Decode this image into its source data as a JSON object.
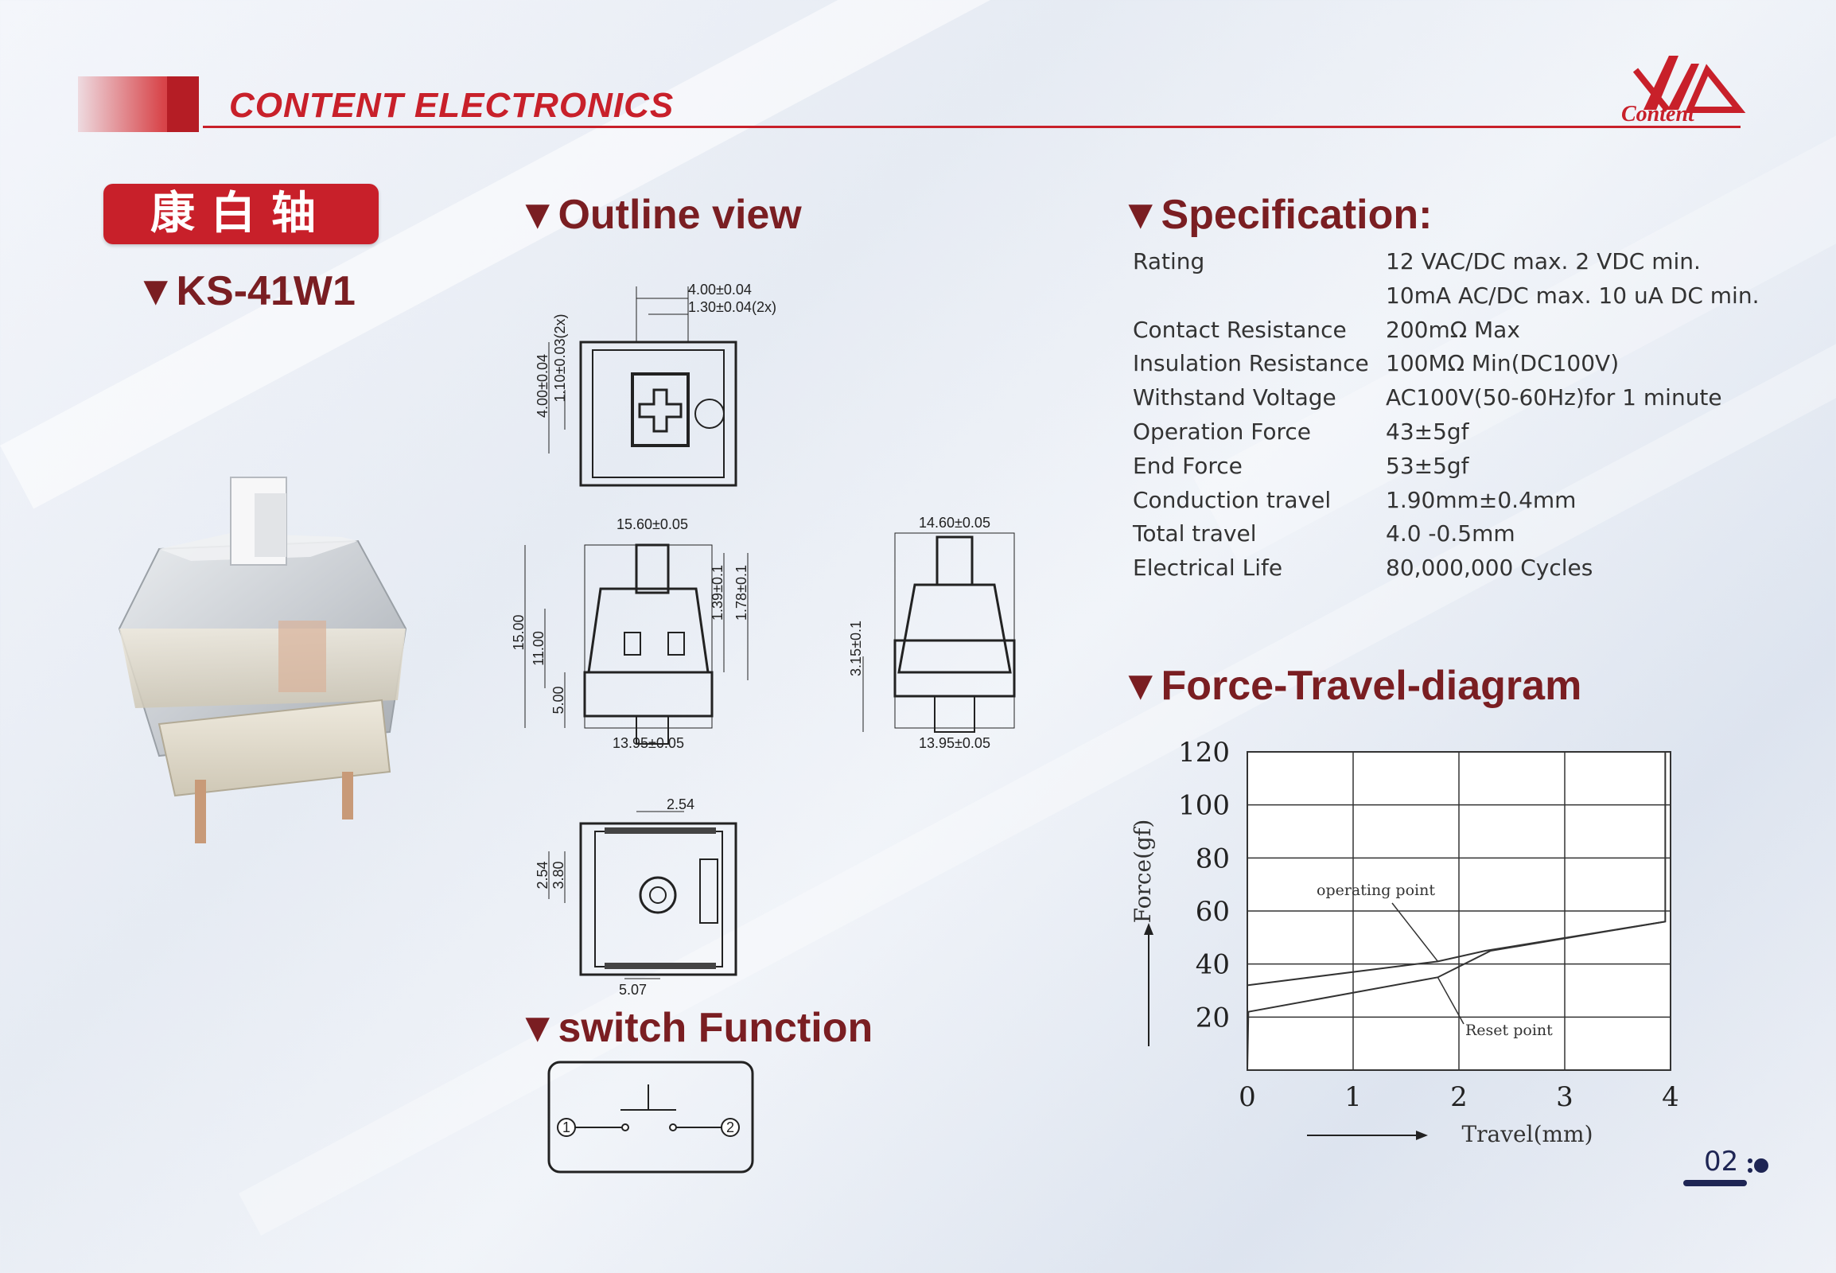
{
  "header": {
    "brand": "CONTENT ELECTRONICS",
    "logo_text": "Content"
  },
  "product": {
    "chinese_name": "康白轴",
    "model": "▼KS-41W1"
  },
  "sections": {
    "outline": "▼Outline view",
    "specification": "▼Specification:",
    "force_travel": "▼Force-Travel-diagram",
    "switch_function": "▼switch Function"
  },
  "outline_dims": {
    "top": [
      "4.00±0.04",
      "1.30±0.04(2x)",
      "4.00±0.04",
      "1.10±0.03(2x)"
    ],
    "side1": [
      "15.60±0.05",
      "15.00",
      "11.00",
      "5.00",
      "1.39±0.1",
      "1.78±0.1",
      "13.95±0.05"
    ],
    "side2": [
      "14.60±0.05",
      "3.15±0.1",
      "13.95±0.05"
    ],
    "bottom": [
      "2.54",
      "2.54",
      "3.80",
      "5.07"
    ]
  },
  "specs": [
    {
      "label": "Rating",
      "value": "12 VAC/DC max. 2 VDC min."
    },
    {
      "label": "",
      "value": "10mA AC/DC max. 10 uA DC min."
    },
    {
      "label": "Contact Resistance",
      "value": "200mΩ Max"
    },
    {
      "label": "Insulation Resistance",
      "value": "100MΩ Min(DC100V)"
    },
    {
      "label": "Withstand Voltage",
      "value": "AC100V(50-60Hz)for 1 minute"
    },
    {
      "label": "Operation Force",
      "value": "43±5gf"
    },
    {
      "label": "End Force",
      "value": "53±5gf"
    },
    {
      "label": "Conduction travel",
      "value": "1.90mm±0.4mm"
    },
    {
      "label": "Total travel",
      "value": "4.0 -0.5mm"
    },
    {
      "label": "Electrical Life",
      "value": "80,000,000 Cycles"
    }
  ],
  "switch_function": {
    "pin1": "1",
    "pin2": "2"
  },
  "chart_data": {
    "type": "line",
    "title": "",
    "xlabel": "Travel(mm)",
    "ylabel": "Force(gf)",
    "xlim": [
      0,
      4
    ],
    "ylim": [
      0,
      120
    ],
    "xticks": [
      "0",
      "1",
      "2",
      "3",
      "4"
    ],
    "yticks": [
      "20",
      "40",
      "60",
      "80",
      "100",
      "120"
    ],
    "grid": true,
    "series": [
      {
        "x": [
          0,
          1.8,
          2.25,
          3.95,
          3.95,
          4.0
        ],
        "y": [
          32,
          41,
          45,
          56,
          120,
          120
        ]
      },
      {
        "x": [
          0,
          0.01,
          1.8,
          2.3,
          3.95
        ],
        "y": [
          0,
          22,
          35,
          45,
          56
        ]
      }
    ],
    "annotations": [
      {
        "text": "operating point",
        "x": 1.8,
        "y": 41
      },
      {
        "text": "Reset point",
        "x": 1.8,
        "y": 35
      }
    ]
  },
  "page": {
    "number": "02"
  }
}
